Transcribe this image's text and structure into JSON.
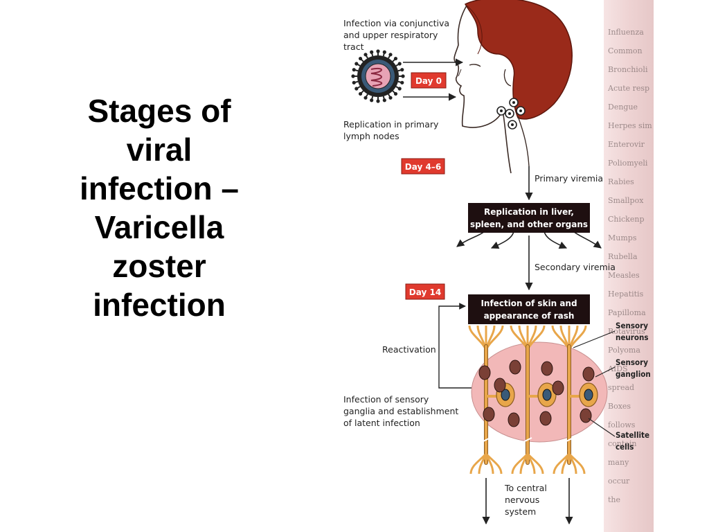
{
  "title_lines": [
    "Stages of",
    "viral",
    "infection –",
    "Varicella",
    "zoster",
    "infection"
  ],
  "labels": {
    "infection_route": [
      "Infection via conjunctiva",
      "and upper respiratory",
      "tract"
    ],
    "primary_lymph": [
      "Replication in primary",
      "lymph nodes"
    ],
    "primary_viremia": "Primary viremia",
    "secondary_viremia": "Secondary viremia",
    "reactivation": "Reactivation",
    "latent": [
      "Infection of sensory",
      "ganglia and establishment",
      "of latent infection"
    ],
    "cns": [
      "To central",
      "nervous",
      "system"
    ],
    "sensory_neurons": [
      "Sensory",
      "neurons"
    ],
    "sensory_ganglion": [
      "Sensory",
      "ganglion"
    ],
    "satellite_cells": [
      "Satellite",
      "cells"
    ]
  },
  "days": {
    "day0": "Day 0",
    "day4_6": "Day 4–6",
    "day14": "Day 14"
  },
  "boxes": {
    "liver": [
      "Replication in liver,",
      "spleen, and other organs"
    ],
    "skin": [
      "Infection of skin and",
      "appearance of rash"
    ]
  },
  "page_edge_text": [
    "Influenza",
    "Common",
    "Bronchioli",
    "Acute resp",
    "Dengue",
    "Herpes sim",
    "Enterovir",
    "Poliomyeli",
    "Rabies",
    "Smallpox",
    "Chickenp",
    "Mumps",
    "Rubella",
    "Measles",
    "Hepatitis",
    "Papilloma",
    "Rotavirus",
    "Polyoma",
    "AIDS",
    "spread",
    "Boxes",
    "follows",
    "contain",
    "many",
    "occur",
    "the"
  ],
  "colors": {
    "day_badge": "#e03a2e",
    "dark_box": "#1e0f10",
    "hair": "#9a2a1a",
    "ganglion": "#f0b8b8",
    "neuron": "#e8a64a",
    "cell": "#7a4036"
  }
}
